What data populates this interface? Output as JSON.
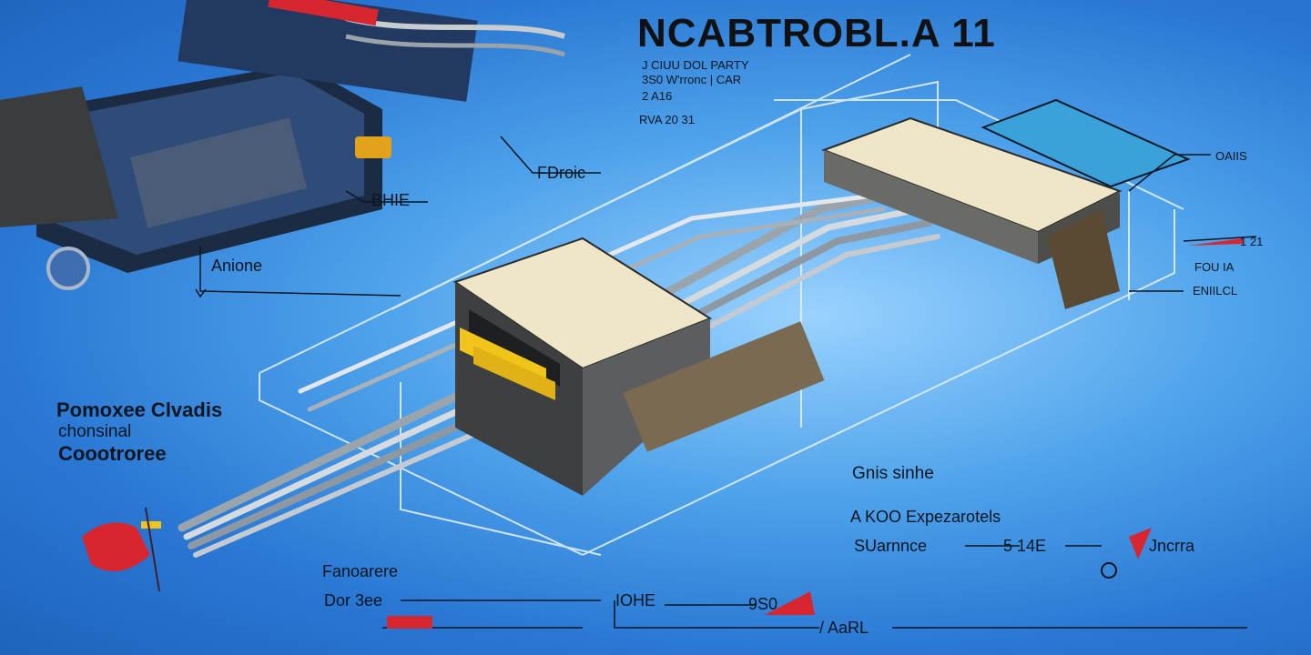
{
  "title": "NCABTROBL.A 11",
  "title_block": [
    "J CIUU DOL PARTY",
    "3S0 W'rronc | CAR",
    "2 A16",
    "RVA 20 31"
  ],
  "labels": {
    "fdroic": "FDroic",
    "bhie": "BHIE",
    "anione": "Anione",
    "left_block": [
      "Pomoxee Clvadis",
      "chonsinal",
      "Coootroree"
    ],
    "right_top": "OAIIS",
    "right_mid": [
      "1 21",
      "FOU IA",
      "ENIILCL"
    ],
    "gnis": "Gnis sinhe",
    "ako": "A KOO Expezarotels",
    "bottom_right_row": [
      "SUarnnce",
      "5 14E",
      "Jncrra"
    ],
    "bottom_left": [
      "Fanoarere",
      "Dor 3ee",
      "IOHE",
      "9S0",
      "/ AaRL"
    ]
  },
  "colors": {
    "background": "#2a78d4",
    "accent_red": "#d7262f",
    "accent_yellow": "#f0c419",
    "cream": "#efe6c8"
  }
}
